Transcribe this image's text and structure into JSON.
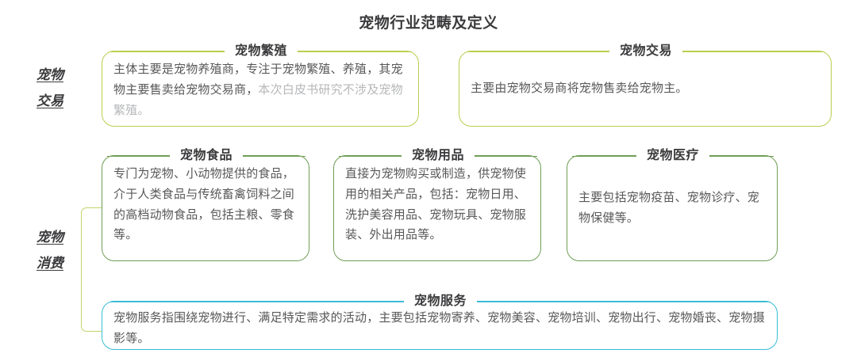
{
  "title": "宠物行业范畴及定义",
  "colors": {
    "olive": "#bccd4e",
    "green": "#6f9e55",
    "teal": "#38bcd6",
    "text": "#58585a",
    "muted": "#b6b7b9",
    "heading": "#3b3b3d"
  },
  "categories": [
    {
      "id": "trade",
      "line1": "宠物",
      "line2": "交易"
    },
    {
      "id": "consume",
      "line1": "宠物",
      "line2": "消费"
    }
  ],
  "boxes": [
    {
      "id": "breeding",
      "header": "宠物繁殖",
      "accent": "#bccd4e",
      "text": "主体主要是宠物养殖商，专注于宠物繁殖、养殖，其宠物主要售卖给宠物交易商，",
      "text_muted": "本次白皮书研究不涉及宠物繁殖。"
    },
    {
      "id": "trade",
      "header": "宠物交易",
      "accent": "#bccd4e",
      "text": "主要由宠物交易商将宠物售卖给宠物主。",
      "text_muted": ""
    },
    {
      "id": "food",
      "header": "宠物食品",
      "accent": "#6f9e55",
      "text": "专门为宠物、小动物提供的食品，介于人类食品与传统畜禽饲料之间的高档动物食品，包括主粮、零食等。",
      "text_muted": ""
    },
    {
      "id": "supplies",
      "header": "宠物用品",
      "accent": "#6f9e55",
      "text": "直接为宠物购买或制造，供宠物使用的相关产品，包括：宠物日用、洗护美容用品、宠物玩具、宠物服装、外出用品等。",
      "text_muted": ""
    },
    {
      "id": "medical",
      "header": "宠物医疗",
      "accent": "#6f9e55",
      "text": "主要包括宠物疫苗、宠物诊疗、宠物保健等。",
      "text_muted": ""
    },
    {
      "id": "service",
      "header": "宠物服务",
      "accent": "#38bcd6",
      "text": "宠物服务指围绕宠物进行、满足特定需求的活动，主要包括宠物寄养、宠物美容、宠物培训、宠物出行、宠物婚丧、宠物摄影等。",
      "text_muted": ""
    }
  ]
}
